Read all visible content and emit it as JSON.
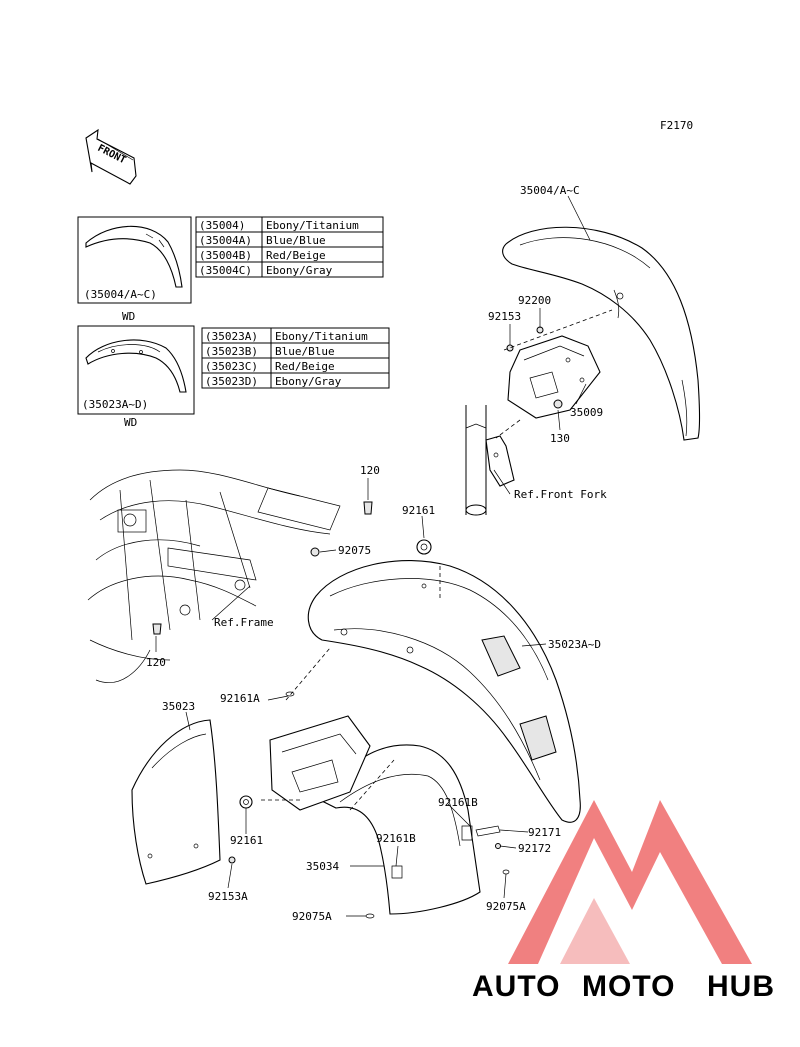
{
  "diagram_code": "F2170",
  "direction_arrow": {
    "label": "FRONT"
  },
  "inset_front_fender": {
    "caption": "(35004/A~C)",
    "sub": "WD",
    "rows": [
      {
        "code": "(35004)",
        "color": "Ebony/Titanium"
      },
      {
        "code": "(35004A)",
        "color": "Blue/Blue"
      },
      {
        "code": "(35004B)",
        "color": "Red/Beige"
      },
      {
        "code": "(35004C)",
        "color": "Ebony/Gray"
      }
    ]
  },
  "inset_rear_fender": {
    "caption": "(35023A~D)",
    "sub": "WD",
    "rows": [
      {
        "code": "(35023A)",
        "color": "Ebony/Titanium"
      },
      {
        "code": "(35023B)",
        "color": "Blue/Blue"
      },
      {
        "code": "(35023C)",
        "color": "Red/Beige"
      },
      {
        "code": "(35023D)",
        "color": "Ebony/Gray"
      }
    ]
  },
  "callouts": {
    "p35004": "35004/A~C",
    "p92200": "92200",
    "p92153": "92153",
    "p35009": "35009",
    "p130": "130",
    "ref_fork": "Ref.Front Fork",
    "p120_top": "120",
    "p92161_top": "92161",
    "p92075_top": "92075",
    "ref_frame": "Ref.Frame",
    "p120_bot": "120",
    "p35023AD": "35023A~D",
    "p92161A": "92161A",
    "p35023": "35023",
    "p92161B_1": "92161B",
    "p92171": "92171",
    "p92172": "92172",
    "p92161_low": "92161",
    "p92161B_2": "92161B",
    "p35034": "35034",
    "p92153A": "92153A",
    "p92075A_r": "92075A",
    "p92075A_l": "92075A"
  },
  "watermark": {
    "part1": "AUTO",
    "part2": "MOTO",
    "part3": "HUB",
    "color_light": "#f7a94c",
    "color_red": "#ee6a6a",
    "color_gray": "#8a8a8a",
    "logo_icon": "triangle-m-logo"
  }
}
